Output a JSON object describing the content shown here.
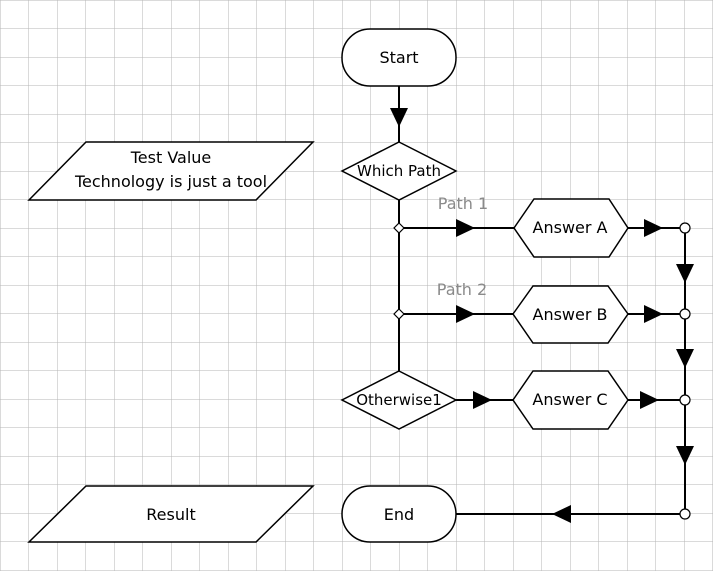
{
  "diagram": {
    "type": "flowchart",
    "nodes": {
      "start": "Start",
      "decision": "Which Path",
      "otherwise": "Otherwise1",
      "answer_a": "Answer A",
      "answer_b": "Answer B",
      "answer_c": "Answer C",
      "end": "End",
      "input_title": "Test Value",
      "input_value": "Technology is just a tool",
      "output": "Result"
    },
    "edge_labels": {
      "path1": "Path 1",
      "path2": "Path 2"
    },
    "colors": {
      "grid": "#b5b5b5",
      "stroke": "#000000",
      "edge_label": "#8a8a8a",
      "fill": "#ffffff"
    }
  }
}
